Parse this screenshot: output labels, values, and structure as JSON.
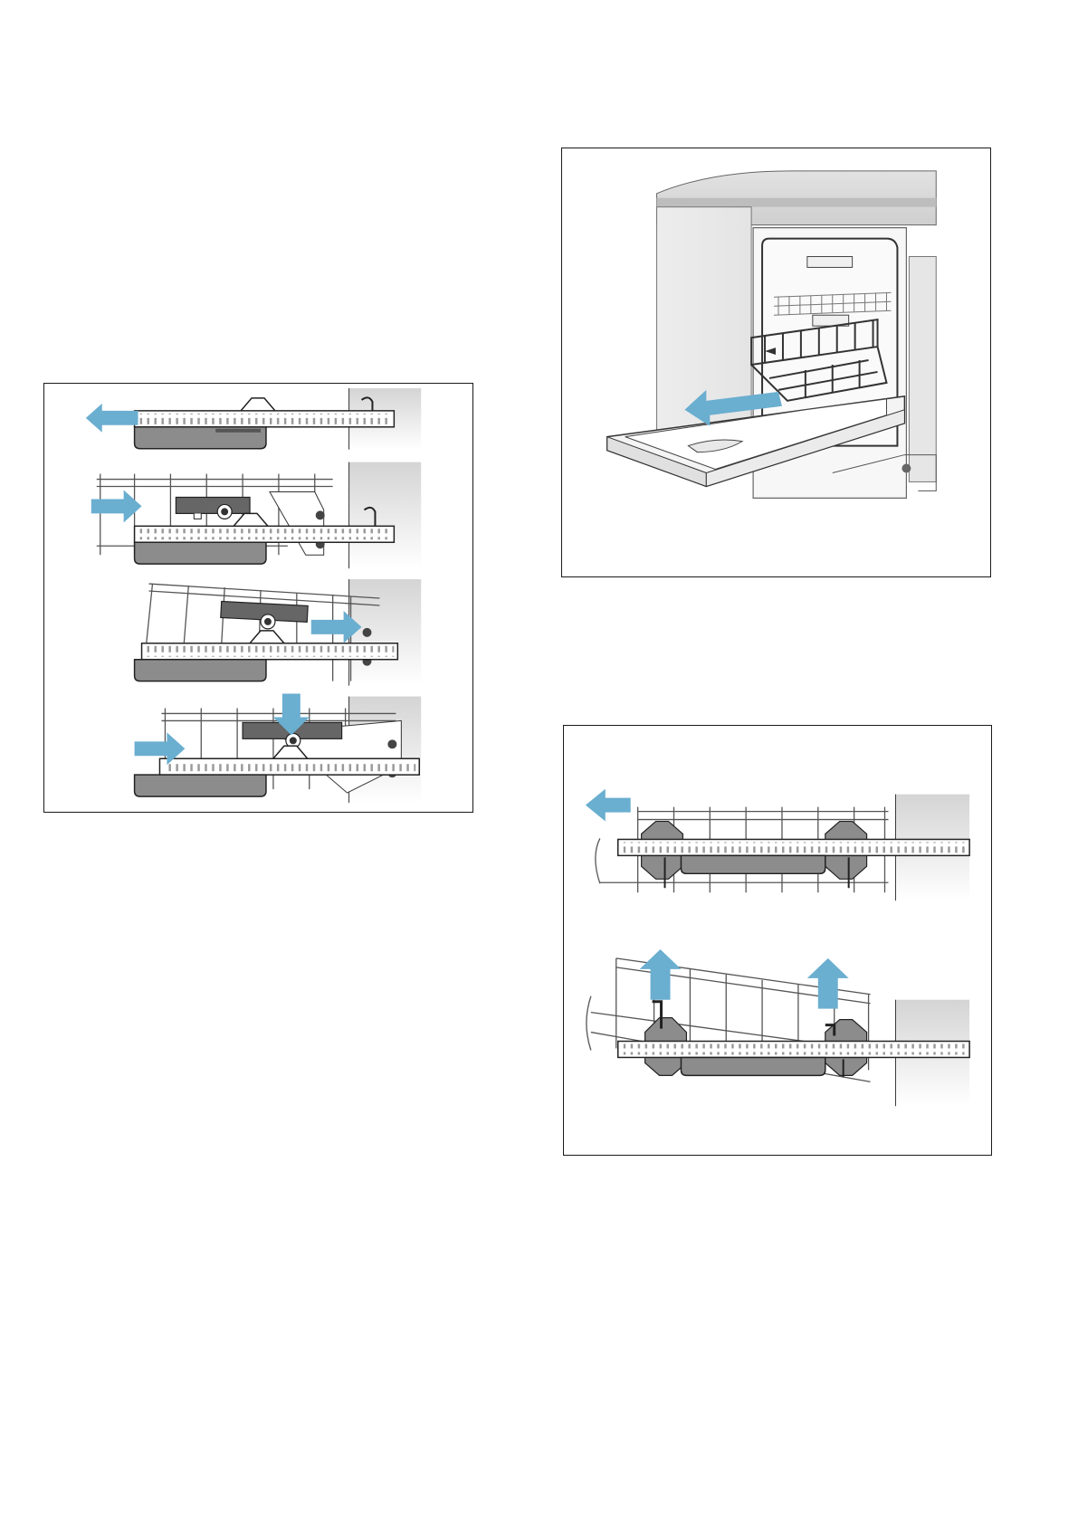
{
  "page": {
    "background": "#ffffff"
  },
  "colors": {
    "arrow": "#6aaed0",
    "frame": "#1a1a1a",
    "wall_gradient_top": "#dedede",
    "wall_gradient_bottom": "#ffffff",
    "rack_wire": "#555555",
    "slider": "#8c8c8c",
    "slider_dark": "#666666",
    "roller": "#444444"
  },
  "figures": [
    {
      "name": "upper-rack-reattach-steps",
      "panels": 4,
      "arrows": [
        "arrow-left",
        "arrow-right",
        "arrow-right",
        "arrow-down",
        "arrow-right"
      ]
    },
    {
      "name": "dishwasher-upper-rack-removal",
      "arrows": [
        "arrow-left"
      ]
    },
    {
      "name": "upper-rack-unhook-steps",
      "panels": 2,
      "arrows": [
        "arrow-left",
        "arrow-up",
        "arrow-up"
      ]
    }
  ]
}
